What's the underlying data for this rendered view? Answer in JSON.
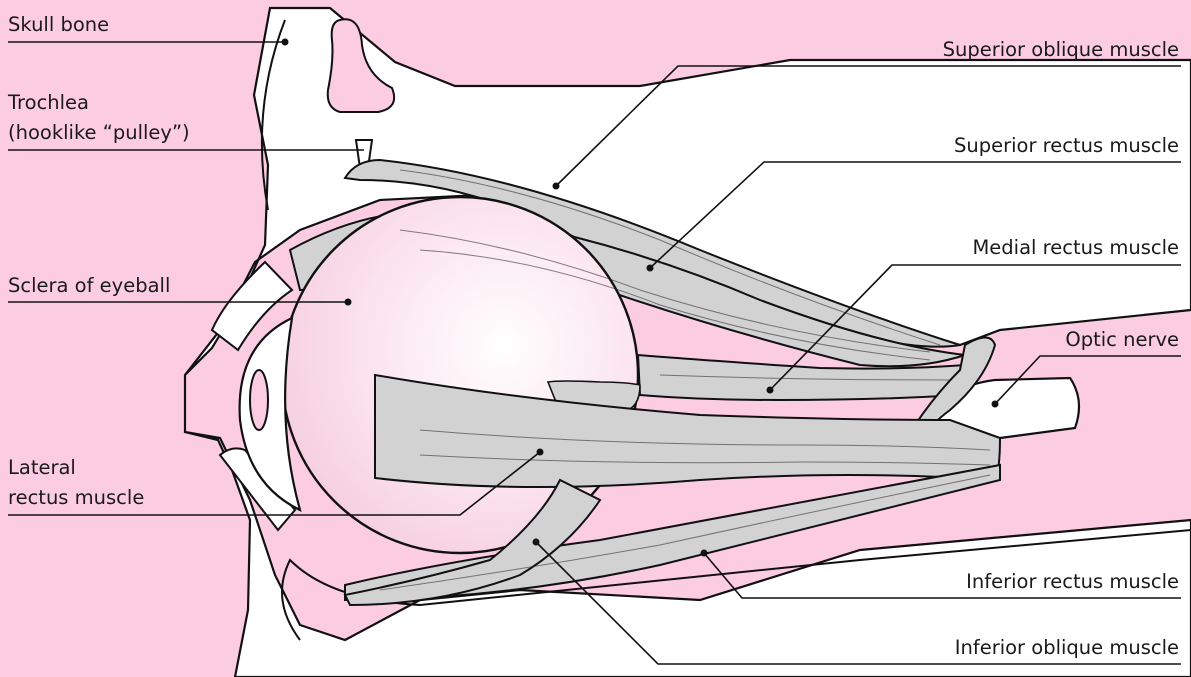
{
  "diagram": {
    "background_color": "#fccce3",
    "labels": {
      "skull_bone": "Skull bone",
      "trochlea_line1": "Trochlea",
      "trochlea_line2": "(hooklike “pulley”)",
      "sclera": "Sclera of eyeball",
      "lateral_line1": "Lateral",
      "lateral_line2": "rectus muscle",
      "superior_oblique": "Superior oblique muscle",
      "superior_rectus": "Superior rectus muscle",
      "medial_rectus": "Medial rectus muscle",
      "optic_nerve": "Optic nerve",
      "inferior_rectus": "Inferior rectus muscle",
      "inferior_oblique": "Inferior oblique muscle"
    }
  }
}
